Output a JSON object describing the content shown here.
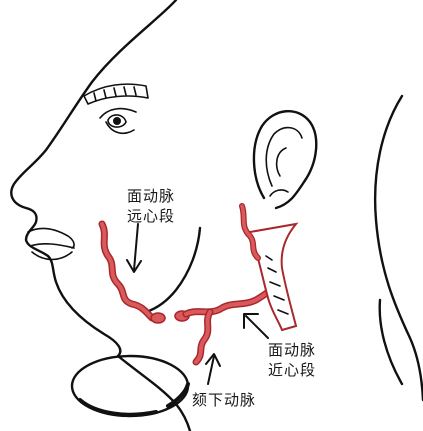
{
  "colors": {
    "artery_fill": "#d9595c",
    "artery_edge": "#a8282c",
    "line": "#111111",
    "background": "#ffffff"
  },
  "labels": {
    "facial_distal_line1": "面动脉",
    "facial_distal_line2": "远心段",
    "facial_proximal_line1": "面动脉",
    "facial_proximal_line2": "近心段",
    "submental": "颏下动脉"
  }
}
